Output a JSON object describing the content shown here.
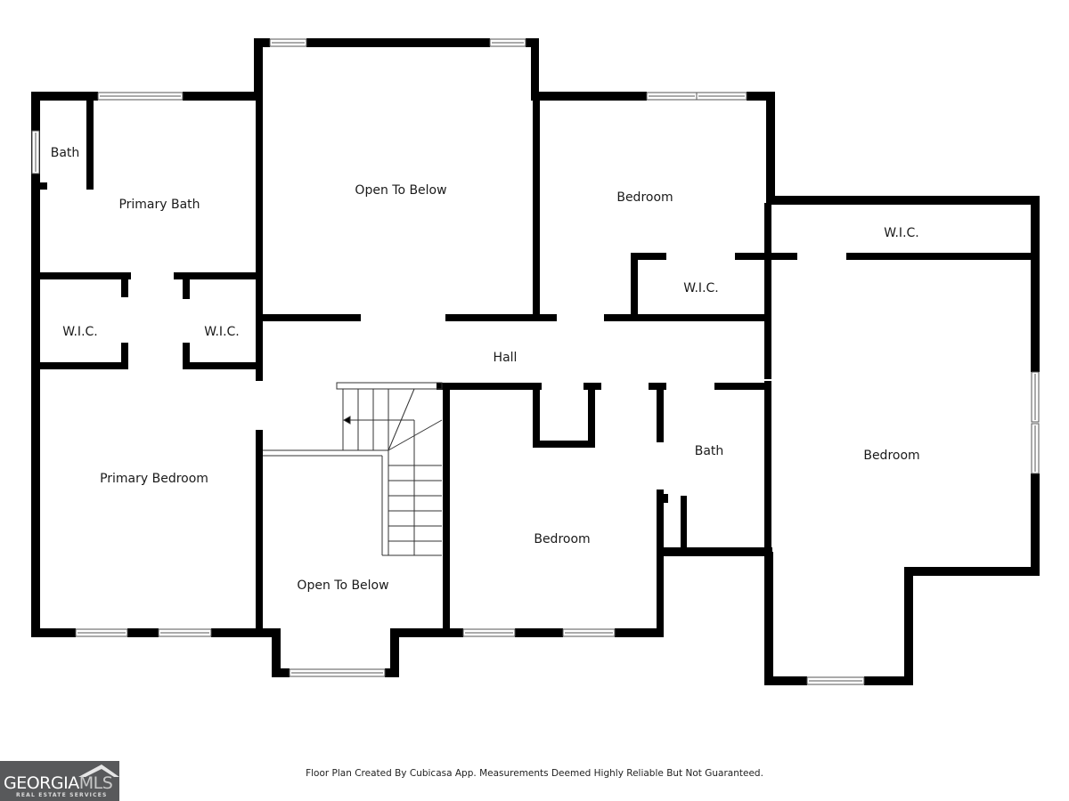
{
  "rooms": {
    "bath_small": "Bath",
    "primary_bath": "Primary Bath",
    "open_to_below_top": "Open To Below",
    "bedroom_top": "Bedroom",
    "wic_right_top": "W.I.C.",
    "wic_bedroom_top": "W.I.C.",
    "wic_left_1": "W.I.C.",
    "wic_left_2": "W.I.C.",
    "hall": "Hall",
    "primary_bedroom": "Primary Bedroom",
    "bath_middle": "Bath",
    "bedroom_right": "Bedroom",
    "bedroom_middle": "Bedroom",
    "open_to_below_bottom": "Open To Below"
  },
  "footer": {
    "disclaimer": "Floor Plan Created By Cubicasa App. Measurements Deemed Highly Reliable But Not Guaranteed."
  },
  "logo": {
    "name_primary": "GEORGIA",
    "name_secondary": "MLS",
    "tagline": "REAL ESTATE SERVICES"
  },
  "colors": {
    "wall": "#000000",
    "background": "#ffffff",
    "logo_bg": "#58595b"
  }
}
